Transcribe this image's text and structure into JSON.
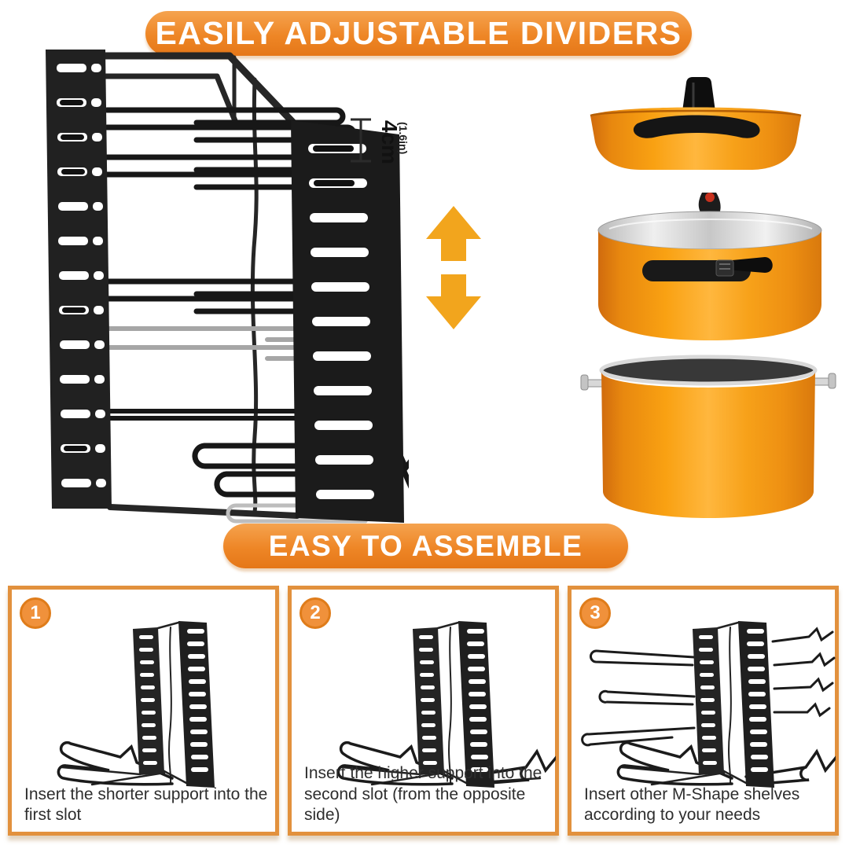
{
  "header": {
    "title": "EASILY ADJUSTABLE DIVIDERS"
  },
  "rack_figure": {
    "dimension_value": "4cm",
    "dimension_unit": "(1.6in)"
  },
  "assemble_header": {
    "title": "EASY TO ASSEMBLE"
  },
  "steps": [
    {
      "number": "1",
      "caption": "Insert the shorter support into the first slot"
    },
    {
      "number": "2",
      "caption": "Insert the higher support into the second slot (from the opposite side)"
    },
    {
      "number": "3",
      "caption": "Insert other M-Shape shelves according to your needs"
    }
  ],
  "icons": {
    "adjustability": [
      "up-arrow",
      "down-arrow"
    ],
    "dimension": "dimension-bracket"
  },
  "colors": {
    "banner_orange": "#EE8626",
    "banner_orange_light": "#F5A34F",
    "arrow_orange": "#F2A51D",
    "panel_border": "#E2913D",
    "badge_fill": "#F0913B",
    "badge_ring": "#DF7C1A",
    "pot_orange": "#F9A112",
    "rack_black": "#1F1F1F",
    "caption_text": "#2E2E2E"
  }
}
